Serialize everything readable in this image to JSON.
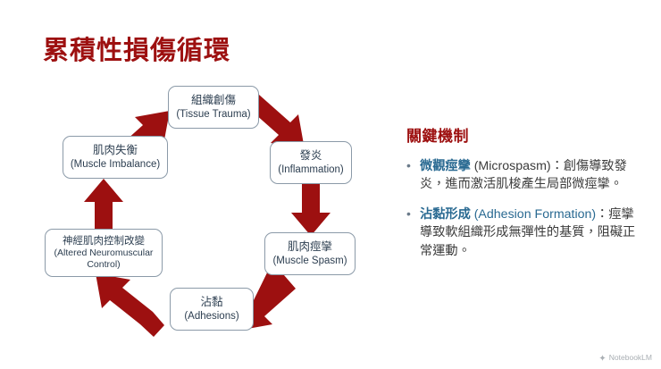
{
  "slide": {
    "title": "累積性損傷循環",
    "title_color": "#9d1010",
    "background": "#ffffff"
  },
  "diagram": {
    "type": "cycle",
    "node_border_color": "#8b9aa8",
    "arrow_color": "#9d1010",
    "nodes": [
      {
        "id": "tissue-trauma",
        "zh": "組織創傷",
        "en": "(Tissue Trauma)"
      },
      {
        "id": "inflammation",
        "zh": "發炎",
        "en": "(Inflammation)"
      },
      {
        "id": "muscle-spasm",
        "zh": "肌肉痙攣",
        "en": "(Muscle Spasm)"
      },
      {
        "id": "adhesions",
        "zh": "沾黏",
        "en": "(Adhesions)"
      },
      {
        "id": "altered-control",
        "zh": "神經肌肉控制改變",
        "en": "(Altered Neuromuscular Control)"
      },
      {
        "id": "muscle-imbalance",
        "zh": "肌肉失衡",
        "en": "(Muscle Imbalance)"
      }
    ],
    "arrows": [
      {
        "from": "tissue-trauma",
        "to": "inflammation"
      },
      {
        "from": "inflammation",
        "to": "muscle-spasm"
      },
      {
        "from": "muscle-spasm",
        "to": "adhesions"
      },
      {
        "from": "adhesions",
        "to": "altered-control"
      },
      {
        "from": "altered-control",
        "to": "muscle-imbalance"
      },
      {
        "from": "muscle-imbalance",
        "to": "tissue-trauma"
      }
    ]
  },
  "panel": {
    "heading": "關鍵機制",
    "heading_color": "#9d1010",
    "term_color": "#2a6a92",
    "bullets": [
      {
        "marker": "•",
        "term_zh": "微觀痙攣",
        "term_en": " (Microspasm)",
        "separator": "：",
        "body": "創傷導致發炎，進而激活肌梭產生局部微痙攣。"
      },
      {
        "marker": "•",
        "term_zh": "沾黏形成",
        "term_en": " (Adhesion Formation)",
        "separator": "：",
        "body": "痙攣導致軟組織形成無彈性的基質，阻礙正常運動。"
      }
    ]
  },
  "watermark": {
    "label": "NotebookLM",
    "icon": "notebooklm-icon"
  }
}
